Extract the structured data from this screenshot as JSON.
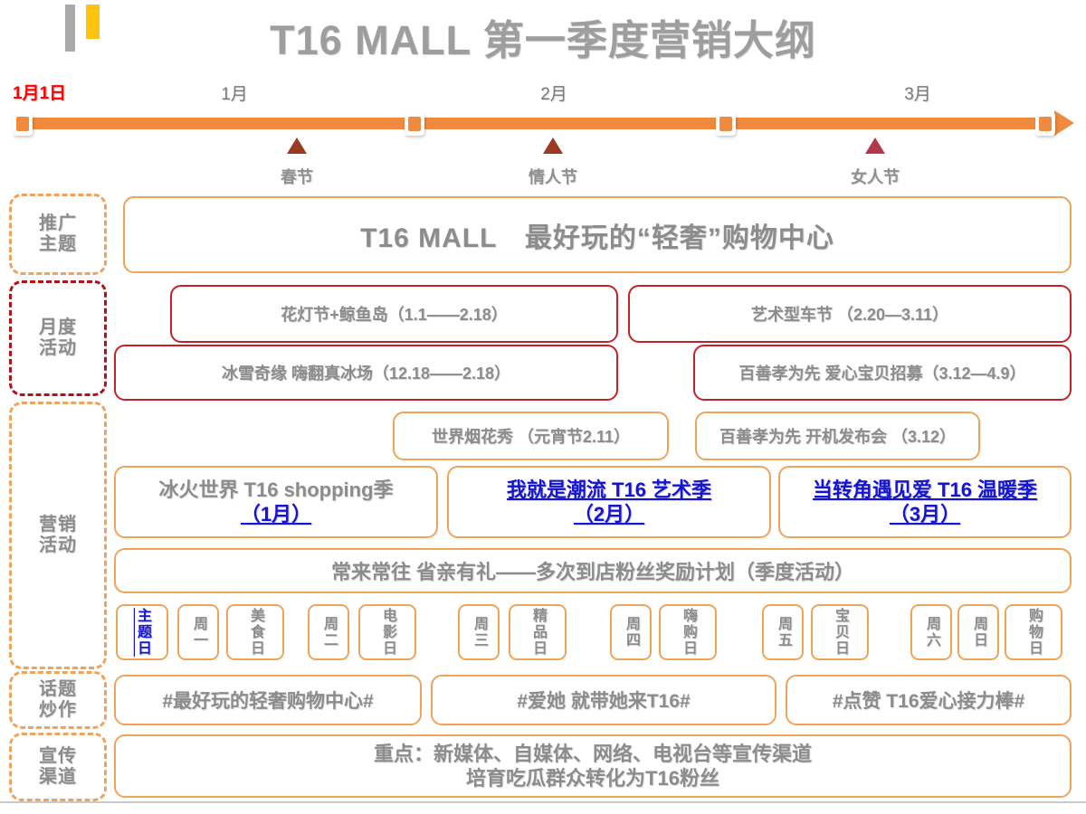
{
  "header": {
    "title": "T16 MALL 第一季度营销大纲",
    "logo": {
      "gray_bar": "gray-bar",
      "yellow_bar": "yellow-bar"
    }
  },
  "timeline": {
    "start_label": "1月1日",
    "months": [
      "1月",
      "2月",
      "3月"
    ],
    "festivals": [
      {
        "label": "春节",
        "color": "#9b3a20"
      },
      {
        "label": "情人节",
        "color": "#9b3a20"
      },
      {
        "label": "女人节",
        "color": "#b03a4a"
      }
    ]
  },
  "categories": [
    {
      "label": "推广\n主题",
      "line1": "推广",
      "line2": "主题",
      "style": "orange"
    },
    {
      "label": "月度\n活动",
      "line1": "月度",
      "line2": "活动",
      "style": "red"
    },
    {
      "label": "营销\n活动",
      "line1": "营销",
      "line2": "活动",
      "style": "orange"
    },
    {
      "label": "话题\n炒作",
      "line1": "话题",
      "line2": "炒作",
      "style": "orange"
    },
    {
      "label": "宣传\n渠道",
      "line1": "宣传",
      "line2": "渠道",
      "style": "orange"
    }
  ],
  "theme_row": {
    "text": "T16 MALL　最好玩的“轻奢”购物中心"
  },
  "monthly_activities": [
    {
      "text": "花灯节+鲸鱼岛（1.1——2.18）"
    },
    {
      "text": "艺术型车节 （2.20—3.11）"
    },
    {
      "text": "冰雪奇缘 嗨翻真冰场（12.18——2.18）"
    },
    {
      "text": "百善孝为先 爱心宝贝招募（3.12—4.9）"
    }
  ],
  "marketing_events": [
    {
      "text": "世界烟花秀 （元宵节2.11）"
    },
    {
      "text": "百善孝为先 开机发布会 （3.12）"
    }
  ],
  "seasons": [
    {
      "title": "冰火世界 T16 shopping季",
      "month": "（1月）",
      "title_link": false
    },
    {
      "title": "我就是潮流 T16 艺术季",
      "month": "（2月）",
      "title_link": true
    },
    {
      "title": "当转角遇见爱 T16 温暖季",
      "month": "（3月）",
      "title_link": true
    }
  ],
  "quarter_program": {
    "text": "常来常往 省亲有礼——多次到店粉丝奖励计划（季度活动）"
  },
  "day_boxes": [
    {
      "text": "主题日",
      "link": true
    },
    {
      "text": "周一",
      "link": false
    },
    {
      "text": "美食日",
      "link": false
    },
    {
      "text": "周二",
      "link": false
    },
    {
      "text": "电影日",
      "link": false
    },
    {
      "text": "周三",
      "link": false
    },
    {
      "text": "精品日",
      "link": false
    },
    {
      "text": "周四",
      "link": false
    },
    {
      "text": "嗨购日",
      "link": false
    },
    {
      "text": "周五",
      "link": false
    },
    {
      "text": "宝贝日",
      "link": false
    },
    {
      "text": "周六",
      "link": false
    },
    {
      "text": "周日",
      "link": false
    },
    {
      "text": "购物日",
      "link": false
    }
  ],
  "hashtags": [
    {
      "text": "#最好玩的轻奢购物中心#"
    },
    {
      "text": "#爱她 就带她来T16#"
    },
    {
      "text": "#点赞 T16爱心接力棒#"
    }
  ],
  "channels": {
    "line1": "重点：新媒体、自媒体、网络、电视台等宣传渠道",
    "line2": "培育吃瓜群众转化为T16粉丝"
  },
  "colors": {
    "orange": "#f08a3e",
    "orange_border": "#f0a35a",
    "red_border": "#c62026",
    "red_dash": "#b31217",
    "title_gray": "#9e9e9e",
    "text_gray": "#8c8c8c",
    "start_red": "#ff0000",
    "link_blue": "#1414d2",
    "logo_gray": "#aaaaaa",
    "logo_yellow": "#ffc20e"
  }
}
